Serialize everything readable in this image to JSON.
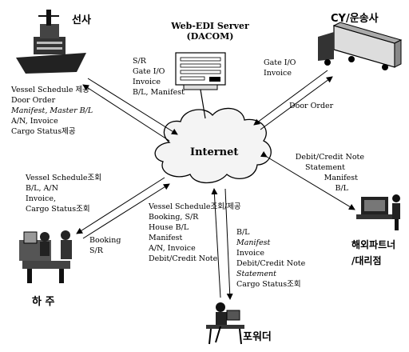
{
  "server": {
    "title": "Web-EDI Server",
    "subtitle": "(DACOM)"
  },
  "internet": "Internet",
  "nodes": {
    "shipping_line": "선사",
    "cy_trucker": "CY/운송사",
    "shipper": "하 주",
    "overseas_partner_line1": "해외파트너",
    "overseas_partner_line2": "/대리점",
    "forwarder": "포워더"
  },
  "flows": {
    "shipping_to_internet": [
      "S/R",
      "Gate I/O",
      "Invoice",
      "B/L, Manifest"
    ],
    "shipping_from_internet": [
      "Vessel Schedule 제공",
      "Door Order",
      "Manifest, Master B/L",
      "A/N, Invoice",
      "Cargo Status제공"
    ],
    "cy_to_internet": [
      "Gate I/O",
      "Invoice"
    ],
    "cy_from_internet": [
      "Door Order"
    ],
    "partner": [
      "Debit/Credit Note",
      "Statement",
      "Manifest",
      "B/L"
    ],
    "shipper_from_internet": [
      "Vessel Schedule조회",
      "B/L, A/N",
      "Invoice,",
      "Cargo Status조회"
    ],
    "shipper_to_internet": [
      "Booking",
      "S/R"
    ],
    "forwarder_to_internet": [
      "Vessel Schedule조회/제공",
      "Booking, S/R",
      "House B/L",
      "Manifest",
      "A/N, Invoice",
      "Debit/Credit Note"
    ],
    "forwarder_from_internet": [
      "B/L",
      "Manifest",
      "Invoice",
      "Debit/Credit Note",
      "Statement",
      "Cargo Status조회"
    ]
  }
}
